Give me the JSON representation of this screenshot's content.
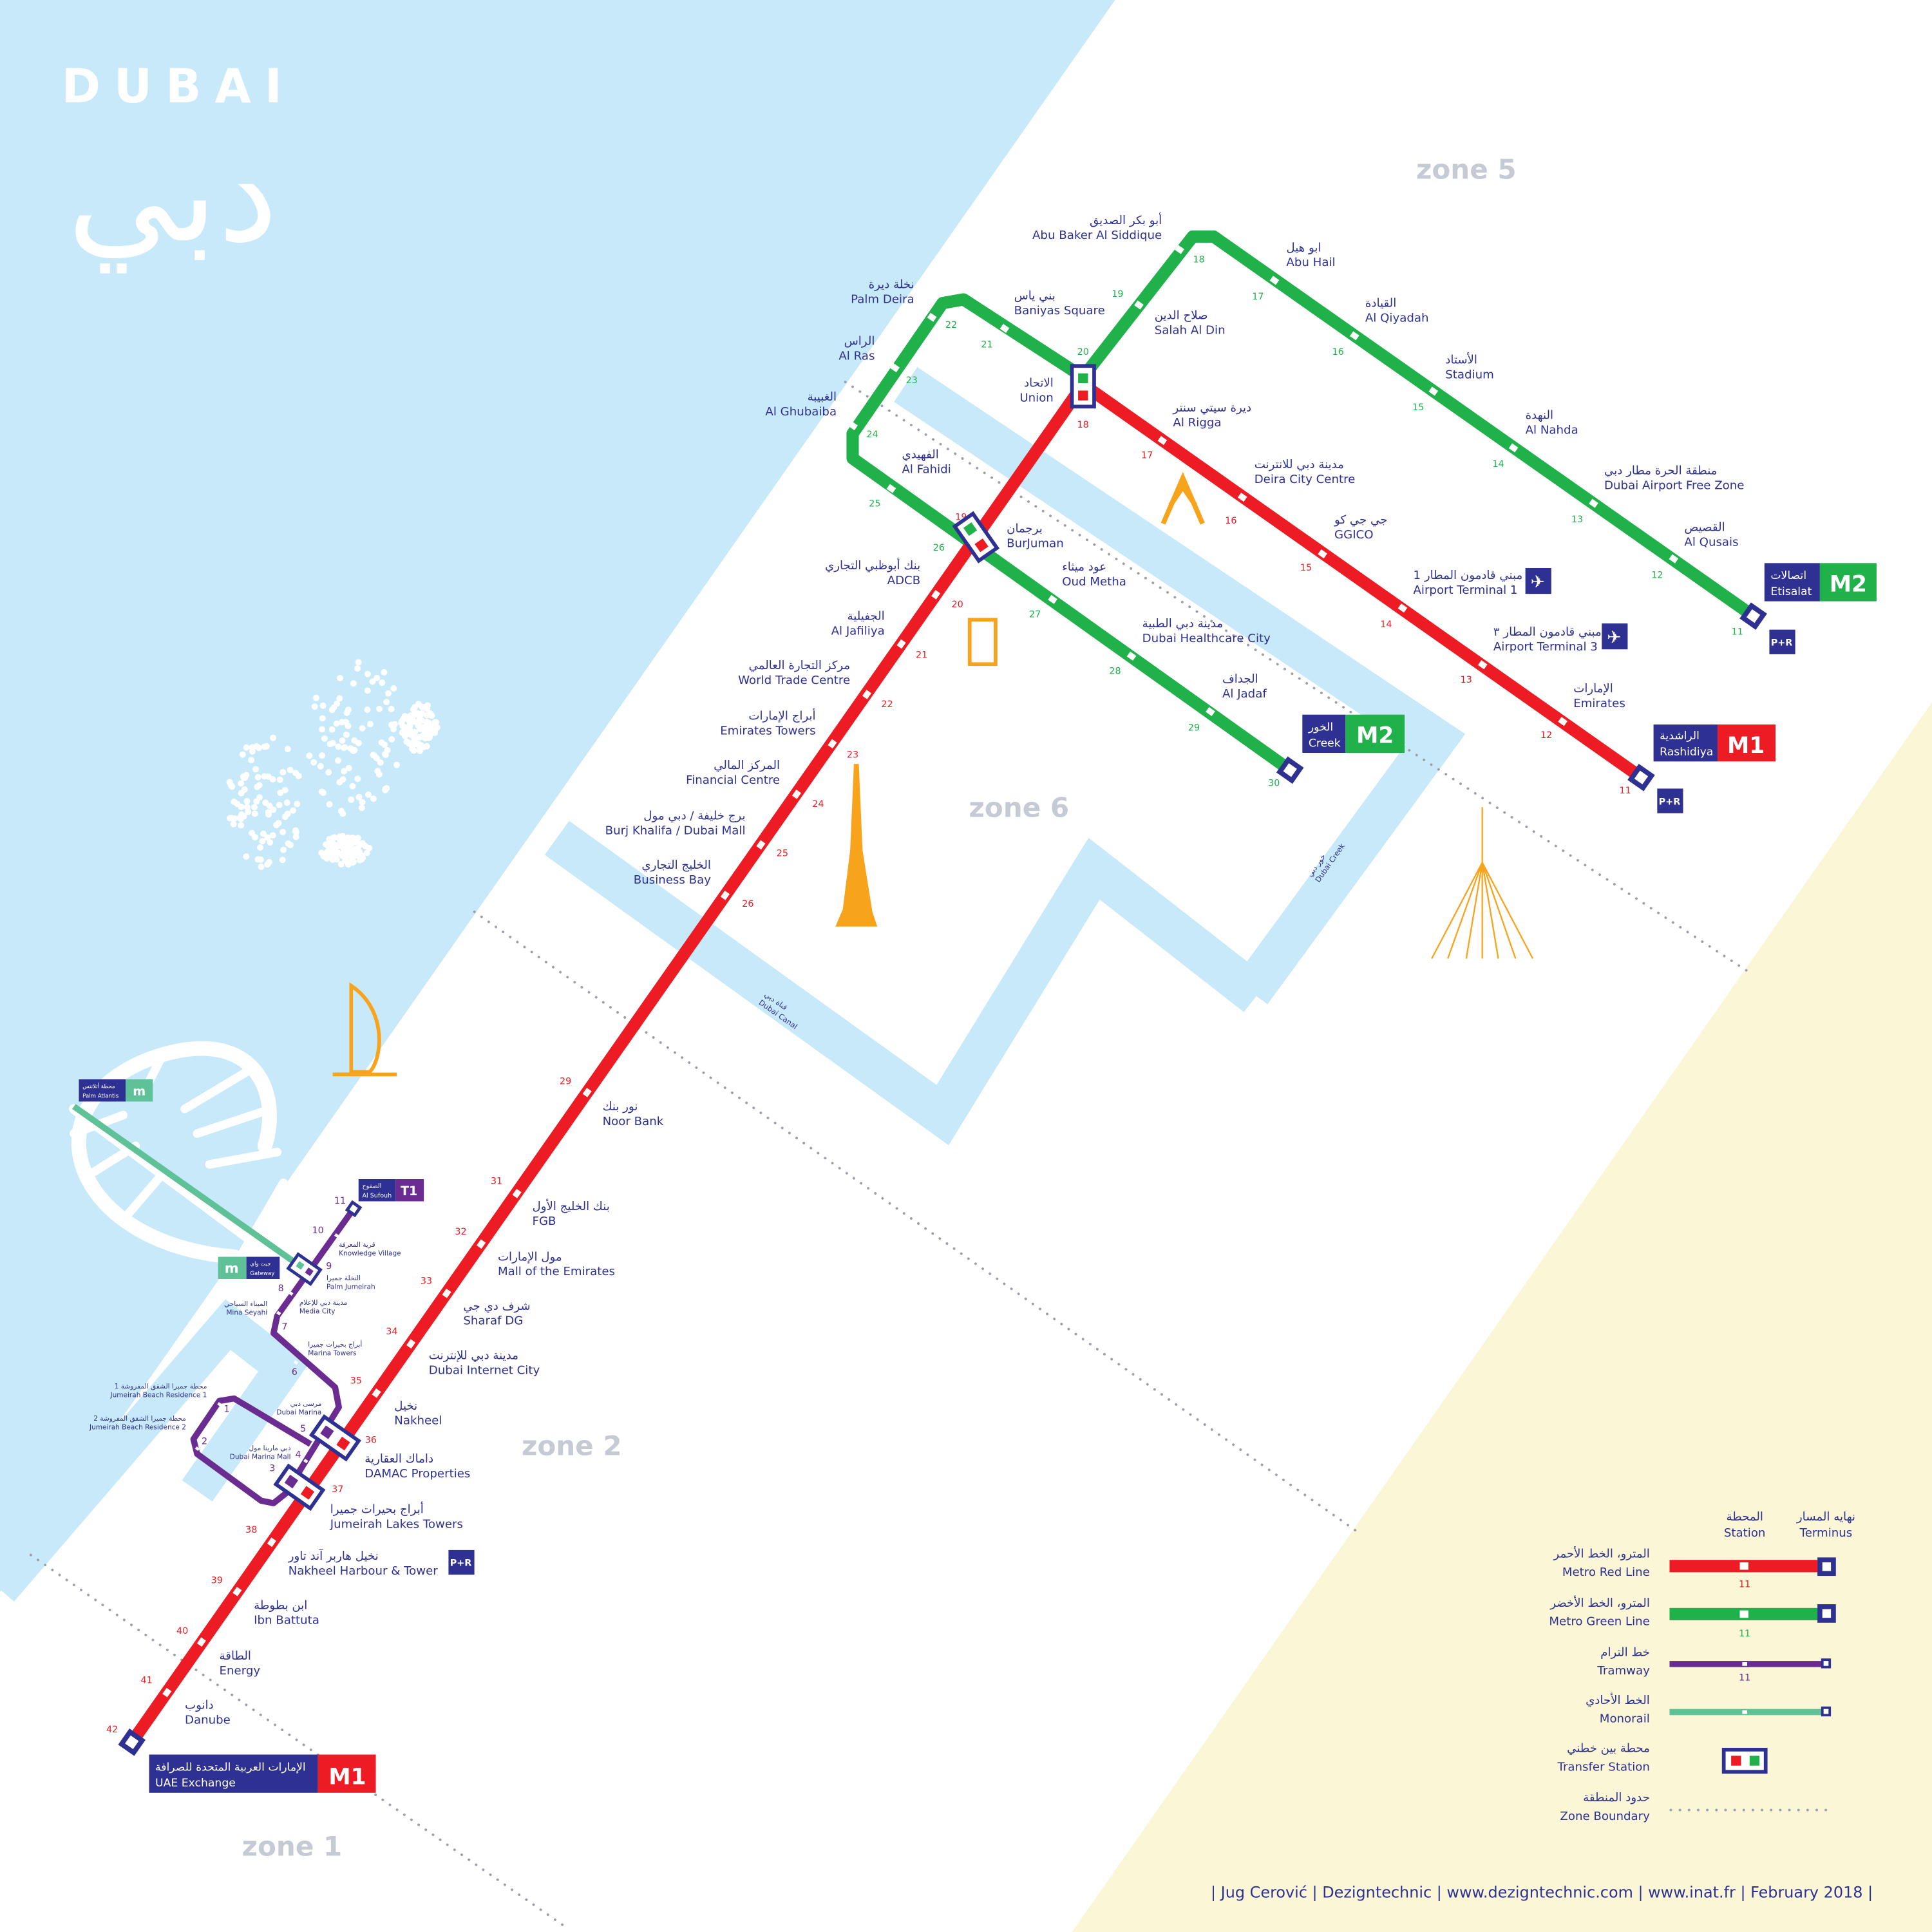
{
  "title": {
    "en": "DUBAI",
    "ar": "دبي"
  },
  "colors": {
    "red": "#ed1c24",
    "green": "#21b14b",
    "tram": "#6b2c91",
    "monorail": "#5fc198",
    "navy": "#2e3192",
    "water": "#c8e9fa",
    "sand": "#faf6d6",
    "landmark": "#f7a31c"
  },
  "zones": [
    "zone 5",
    "zone 6",
    "zone 2",
    "zone 1"
  ],
  "waterways": [
    "قناة دبي",
    "Dubai Canal",
    "خور دبي",
    "Dubai Creek"
  ],
  "lines": {
    "red": {
      "code": "M1",
      "terminus_a": {
        "en": "Rashidiya",
        "ar": "الراشدية"
      },
      "terminus_b": {
        "en": "UAE Exchange",
        "ar": "الإمارات العربية المتحدة للصرافة"
      },
      "stations": [
        {
          "num": "11",
          "en": "Rashidiya",
          "ar": "الراشدية"
        },
        {
          "num": "12",
          "en": "Emirates",
          "ar": "الإمارات"
        },
        {
          "num": "13",
          "en": "Airport Terminal 3",
          "ar": "مبني قادمون المطار ٣"
        },
        {
          "num": "14",
          "en": "Airport Terminal 1",
          "ar": "مبني قادمون المطار 1"
        },
        {
          "num": "15",
          "en": "GGICO",
          "ar": "جي جي كو"
        },
        {
          "num": "16",
          "en": "Deira City Centre",
          "ar": "مدينة دبي للانترنت"
        },
        {
          "num": "17",
          "en": "Al Rigga",
          "ar": "ديرة سيتي سنتر"
        },
        {
          "num": "18",
          "en": "Union",
          "ar": "الاتحاد"
        },
        {
          "num": "19",
          "en": "BurJuman",
          "ar": "برجمان"
        },
        {
          "num": "20",
          "en": "ADCB",
          "ar": "بنك أبوظبي التجاري"
        },
        {
          "num": "21",
          "en": "Al Jafiliya",
          "ar": "الجفيلية"
        },
        {
          "num": "22",
          "en": "World Trade Centre",
          "ar": "مركز التجارة العالمي"
        },
        {
          "num": "23",
          "en": "Emirates Towers",
          "ar": "أبراج الإمارات"
        },
        {
          "num": "24",
          "en": "Financial Centre",
          "ar": "المركز المالي"
        },
        {
          "num": "25",
          "en": "Burj Khalifa / Dubai Mall",
          "ar": "برج خليفة / دبي مول"
        },
        {
          "num": "26",
          "en": "Business Bay",
          "ar": "الخليج التجاري"
        },
        {
          "num": "29",
          "en": "Noor Bank",
          "ar": "نور بنك"
        },
        {
          "num": "31",
          "en": "FGB",
          "ar": "بنك الخليج الأول"
        },
        {
          "num": "32",
          "en": "Mall of the Emirates",
          "ar": "مول الإمارات"
        },
        {
          "num": "33",
          "en": "Sharaf DG",
          "ar": "شرف دي جي"
        },
        {
          "num": "34",
          "en": "Dubai Internet City",
          "ar": "مدينة دبي للإنترنت"
        },
        {
          "num": "35",
          "en": "Nakheel",
          "ar": "نخيل"
        },
        {
          "num": "36",
          "en": "DAMAC Properties",
          "ar": "داماك العقارية"
        },
        {
          "num": "37",
          "en": "Jumeirah Lakes Towers",
          "ar": "أبراج بحيرات جميرا"
        },
        {
          "num": "38",
          "en": "Nakheel Harbour & Tower",
          "ar": "نخيل هاربر آند تاور"
        },
        {
          "num": "39",
          "en": "Ibn Battuta",
          "ar": "ابن بطوطة"
        },
        {
          "num": "40",
          "en": "Energy",
          "ar": "الطاقة"
        },
        {
          "num": "41",
          "en": "Danube",
          "ar": "دانوب"
        },
        {
          "num": "42",
          "en": "UAE Exchange",
          "ar": "الإمارات العربية المتحدة للصرافة"
        }
      ]
    },
    "green": {
      "code": "M2",
      "terminus_a": {
        "en": "Etisalat",
        "ar": "اتصالات"
      },
      "terminus_b": {
        "en": "Creek",
        "ar": "الخور"
      },
      "stations": [
        {
          "num": "11",
          "en": "Etisalat",
          "ar": "اتصالات"
        },
        {
          "num": "12",
          "en": "Al Qusais",
          "ar": "القصيص"
        },
        {
          "num": "13",
          "en": "Dubai Airport Free Zone",
          "ar": "منطقة الحرة مطار دبي"
        },
        {
          "num": "14",
          "en": "Al Nahda",
          "ar": "النهدة"
        },
        {
          "num": "15",
          "en": "Stadium",
          "ar": "الأستاد"
        },
        {
          "num": "16",
          "en": "Al Qiyadah",
          "ar": "القيادة"
        },
        {
          "num": "17",
          "en": "Abu Hail",
          "ar": "ابو هيل"
        },
        {
          "num": "18",
          "en": "Abu Baker Al Siddique",
          "ar": "أبو بكر الصديق"
        },
        {
          "num": "19",
          "en": "Salah Al Din",
          "ar": "صلاح الدين"
        },
        {
          "num": "20",
          "en": "",
          "ar": ""
        },
        {
          "num": "21",
          "en": "Baniyas Square",
          "ar": "بني ياس"
        },
        {
          "num": "22",
          "en": "Palm Deira",
          "ar": "نخلة ديرة"
        },
        {
          "num": "23",
          "en": "Al Ras",
          "ar": "الراس"
        },
        {
          "num": "24",
          "en": "Al Ghubaiba",
          "ar": "الغبيبة"
        },
        {
          "num": "25",
          "en": "Al Fahidi",
          "ar": "الفهيدي"
        },
        {
          "num": "26",
          "en": "",
          "ar": ""
        },
        {
          "num": "27",
          "en": "Oud Metha",
          "ar": "عود ميثاء"
        },
        {
          "num": "28",
          "en": "Dubai Healthcare City",
          "ar": "مدينة دبي الطبية"
        },
        {
          "num": "29",
          "en": "Al Jadaf",
          "ar": "الجداف"
        },
        {
          "num": "30",
          "en": "Creek",
          "ar": "الخور"
        }
      ]
    },
    "tram": {
      "code": "T1",
      "terminus": {
        "en": "Al Sufouh",
        "ar": "الصفوح"
      },
      "stations": [
        {
          "num": "1",
          "en": "Jumeirah Beach Residence 1",
          "ar": "محطة جميرا الشقق المفروشة 1"
        },
        {
          "num": "2",
          "en": "Jumeirah Beach Residence 2",
          "ar": "محطة جميرا الشقق المفروشة 2"
        },
        {
          "num": "3",
          "en": "",
          "ar": ""
        },
        {
          "num": "4",
          "en": "Dubai Marina Mall",
          "ar": "دبي مارينا مول"
        },
        {
          "num": "5",
          "en": "Dubai Marina",
          "ar": "مرسى دبي"
        },
        {
          "num": "6",
          "en": "Marina Towers",
          "ar": "أبراج بحيرات جميرا"
        },
        {
          "num": "7",
          "en": "Mina Seyahi",
          "ar": "الميناء السياحي"
        },
        {
          "num": "8",
          "en": "Media City",
          "ar": "مدينة دبي للإعلام"
        },
        {
          "num": "9",
          "en": "Palm Jumeirah",
          "ar": "النخلة جميرا"
        },
        {
          "num": "10",
          "en": "Knowledge Village",
          "ar": "قرية المعرفة"
        },
        {
          "num": "11",
          "en": "Al Sufouh",
          "ar": "الصفوح"
        }
      ]
    },
    "monorail": {
      "code": "m",
      "stations": [
        {
          "en": "Palm Atlantis",
          "ar": "محطة أتلانتس"
        },
        {
          "en": "Gateway",
          "ar": "جيت واي"
        }
      ]
    }
  },
  "park_ride": "P+R",
  "legend": {
    "station": {
      "en": "Station",
      "ar": "المحطة"
    },
    "terminus": {
      "en": "Terminus",
      "ar": "نهايه المسار"
    },
    "sample_num": "11",
    "items": [
      {
        "en": "Metro Red Line",
        "ar": "المترو، الخط الأحمر"
      },
      {
        "en": "Metro Green Line",
        "ar": "المترو، الخط الأخضر"
      },
      {
        "en": "Tramway",
        "ar": "خط الترام"
      },
      {
        "en": "Monorail",
        "ar": "الخط الأحادي"
      },
      {
        "en": "Transfer Station",
        "ar": "محطة بين خطني"
      },
      {
        "en": "Zone Boundary",
        "ar": "حدود المنطقة"
      }
    ]
  },
  "credits": [
    "Jug Cerović",
    "Dezigntechnic",
    "www.dezigntechnic.com",
    "www.inat.fr",
    "February 2018"
  ]
}
